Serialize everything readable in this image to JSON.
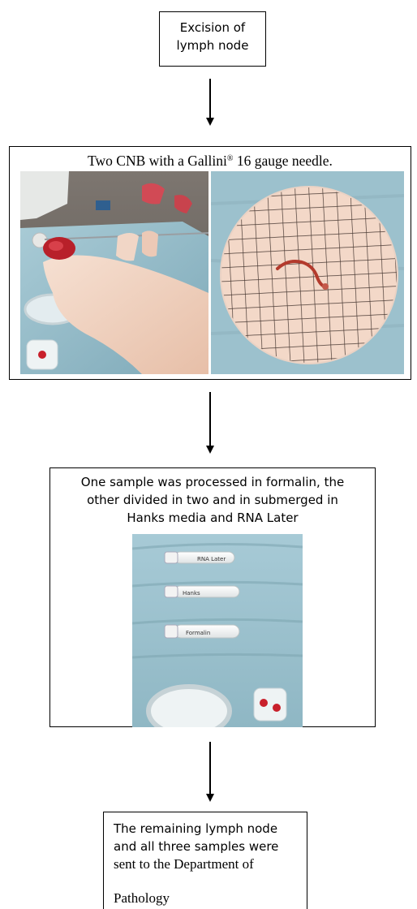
{
  "steps": [
    {
      "lines": [
        "Excision of",
        "lymph node"
      ]
    },
    {
      "caption_pre": "Two CNB with a Gallini",
      "caption_sup": "®",
      "caption_post": " 16 gauge needle."
    },
    {
      "lines": [
        "One sample was processed in formalin, the",
        "other divided in two and in submerged in",
        "Hanks media and RNA Later"
      ]
    },
    {
      "lines": [
        "The remaining lymph node",
        "and all three samples were",
        "sent to the Department of",
        "Pathology"
      ]
    }
  ],
  "tube_labels": [
    "RNA Later",
    "Hanks",
    "Formalin"
  ],
  "colors": {
    "border": "#000000",
    "arrow": "#000000",
    "drape_blue": "#9fc3cf",
    "grid_paper": "#f3d8c8",
    "glove": "#f2d4c4",
    "tissue_red": "#b33a2c"
  }
}
